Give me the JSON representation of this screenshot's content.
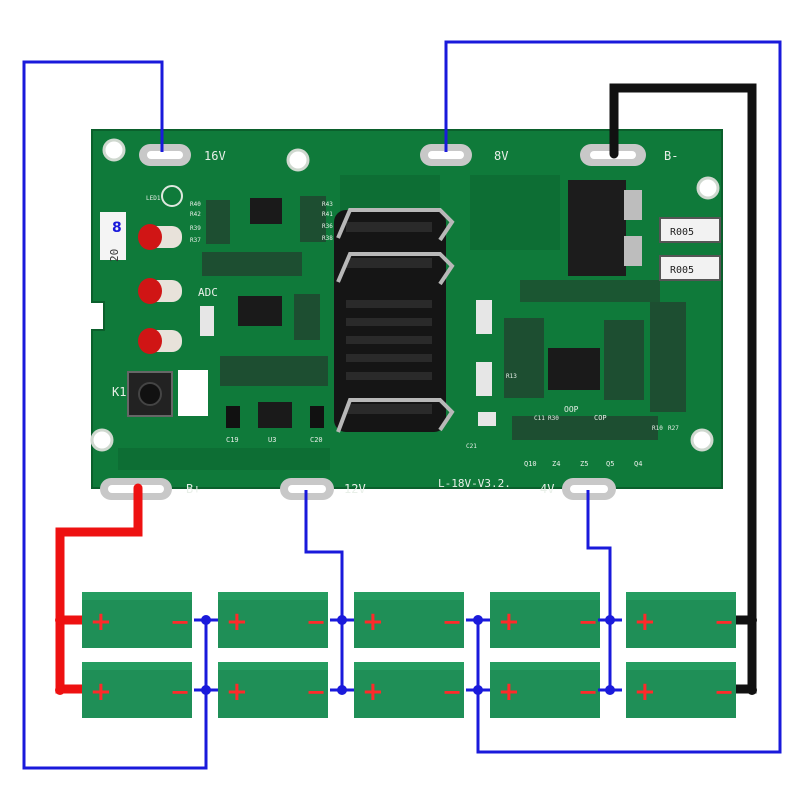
{
  "board": {
    "model": "L-18V-V3.2.",
    "pads": {
      "p16v": "16V",
      "p8v": "8V",
      "bminus": "B-",
      "bplus": "B+",
      "p12v": "12V",
      "p4v": "4V"
    },
    "silkscreen": {
      "adc": "ADC",
      "k1": "K1",
      "led1": "LED1",
      "oop": "OOP",
      "cop": "COP",
      "r005_a": "R005",
      "r005_b": "R005",
      "q10": "Q10",
      "z4": "Z4",
      "z5": "Z5",
      "q5": "Q5",
      "q4": "Q4",
      "u3": "U3",
      "c19": "C19",
      "c20": "C20",
      "r40": "R40",
      "r42": "R42",
      "r39": "R39",
      "r37": "R37",
      "r43": "R43",
      "r41": "R41",
      "r36": "R36",
      "r38": "R38",
      "r30": "R30",
      "r27": "R27",
      "r10": "R10",
      "r13": "R13",
      "c21": "C21",
      "c11": "C11",
      "label_a": "20",
      "label_b": "8"
    }
  },
  "cells": {
    "plus": "+",
    "minus": "−",
    "count": 10
  },
  "colors": {
    "pcb": "#0f7a3a",
    "pcb_dark": "#0b5f2c",
    "cell": "#1f8f57",
    "sign": "#ff2a2a",
    "wire_blue": "#1a1adb",
    "wire_red": "#ee1111",
    "wire_black": "#111111",
    "heatsink": "#151515"
  }
}
